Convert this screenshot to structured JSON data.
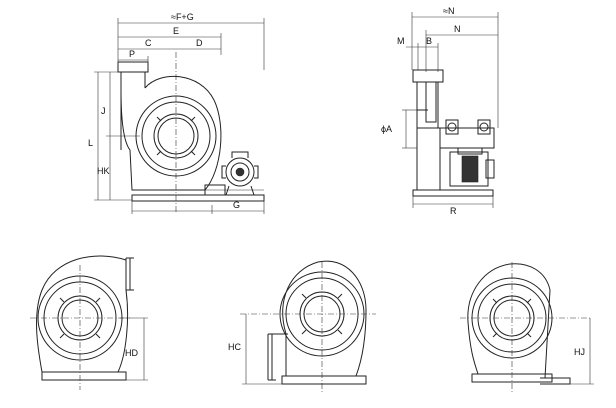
{
  "labels": {
    "f_plus_g": "≈F+G",
    "e": "E",
    "c": "C",
    "d": "D",
    "p": "P",
    "j": "J",
    "l": "L",
    "hk": "HK",
    "g": "G",
    "n_approx": "≈N",
    "n": "N",
    "m": "M",
    "b": "B",
    "phi_a": "ϕA",
    "r": "R",
    "hd": "HD",
    "hc": "HC",
    "hj": "HJ"
  }
}
